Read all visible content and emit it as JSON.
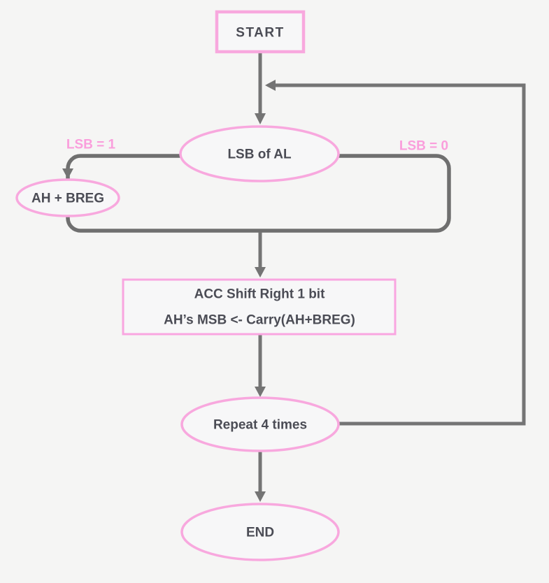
{
  "diagram": {
    "type": "flowchart",
    "background": "#f5f5f4",
    "colors": {
      "node_border_pink": "#f8a8de",
      "edge_label_pink": "#fa9edc",
      "connector_gray": "#747474",
      "node_text_gray": "#4b4c55",
      "node_fill": "#f7f7f8"
    },
    "nodes": {
      "start": {
        "shape": "rectangle",
        "label": "START"
      },
      "lsb_of_al": {
        "shape": "ellipse",
        "label": "LSB of AL"
      },
      "ah_plus_breg": {
        "shape": "ellipse",
        "label": "AH + BREG"
      },
      "acc_shift": {
        "shape": "rectangle",
        "lines": [
          "ACC Shift Right 1 bit",
          "AH’s MSB <- Carry(AH+BREG)"
        ]
      },
      "repeat_4_times": {
        "shape": "ellipse",
        "label": "Repeat 4 times"
      },
      "end": {
        "shape": "ellipse",
        "label": "END"
      }
    },
    "edge_labels": {
      "lsb_eq_1": "LSB = 1",
      "lsb_eq_0": "LSB = 0"
    },
    "edges": [
      {
        "from": "start",
        "to": "lsb_of_al"
      },
      {
        "from": "lsb_of_al",
        "to": "ah_plus_breg",
        "label": "LSB = 1"
      },
      {
        "from": "lsb_of_al",
        "to": "acc_shift",
        "label": "LSB = 0"
      },
      {
        "from": "ah_plus_breg",
        "to": "acc_shift"
      },
      {
        "from": "acc_shift",
        "to": "repeat_4_times"
      },
      {
        "from": "repeat_4_times",
        "to": "lsb_of_al",
        "loop_back": true
      },
      {
        "from": "repeat_4_times",
        "to": "end"
      }
    ]
  }
}
